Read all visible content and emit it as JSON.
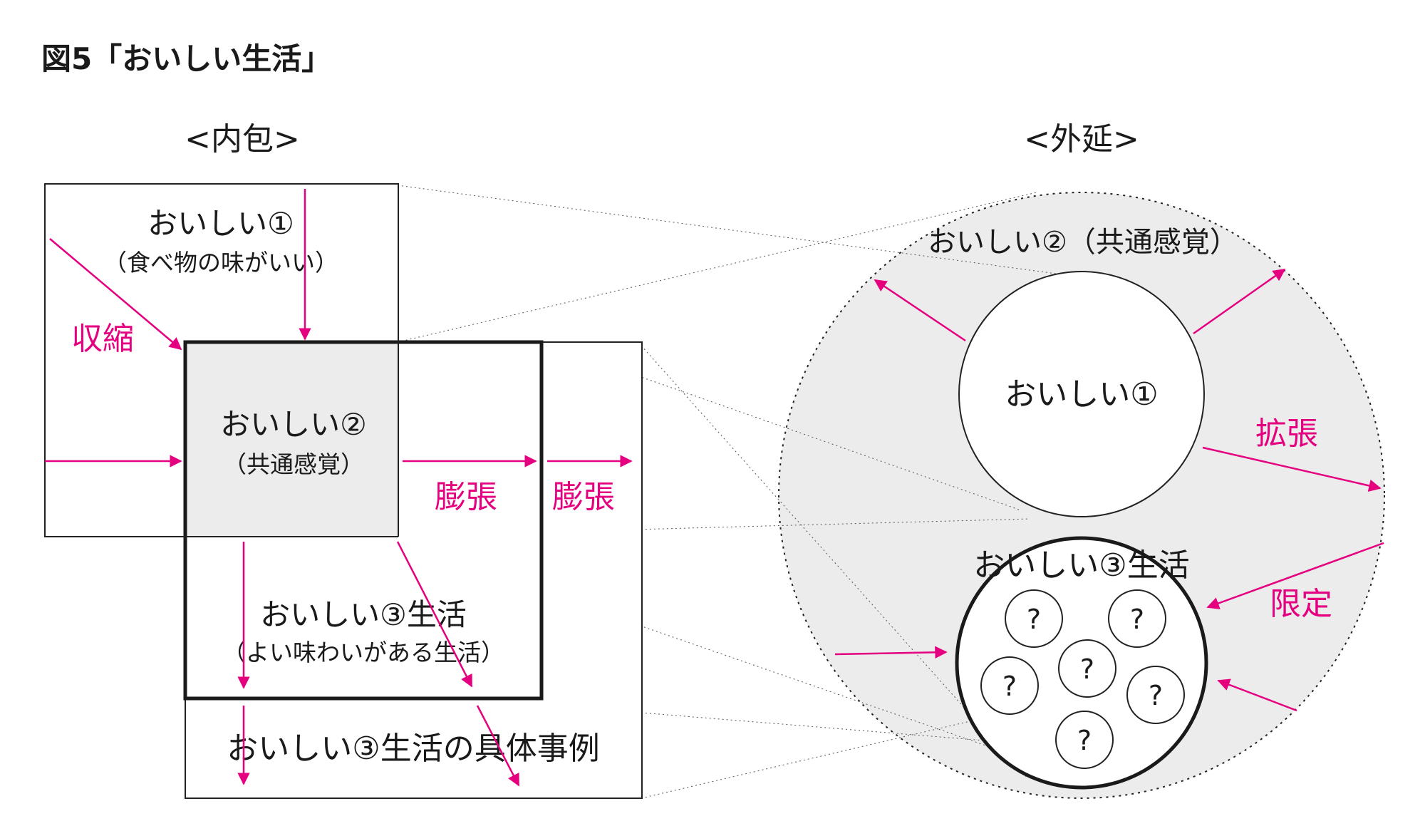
{
  "figure_title": "図5「おいしい生活」",
  "intension": {
    "heading": "<内包>",
    "box1": {
      "title": "おいしい①",
      "sub": "（食べ物の味がいい）"
    },
    "box2": {
      "title": "おいしい②",
      "sub": "（共通感覚）"
    },
    "box3": {
      "title": "おいしい③生活",
      "sub": "（よい味わいがある生活）"
    },
    "box4": {
      "title": "おいしい③生活の具体事例"
    },
    "arrow_shrink": "収縮",
    "arrow_expand_1": "膨張",
    "arrow_expand_2": "膨張"
  },
  "extension": {
    "heading": "<外延>",
    "outer": "おいしい②（共通感覚）",
    "inner1": "おいしい①",
    "inner3": "おいしい③生活",
    "arrow_extend": "拡張",
    "arrow_limit": "限定",
    "unknowns": [
      "?",
      "?",
      "?",
      "?",
      "?",
      "?"
    ]
  },
  "colors": {
    "accent": "#e4007f",
    "shade": "#ececec",
    "line": "#222222"
  }
}
